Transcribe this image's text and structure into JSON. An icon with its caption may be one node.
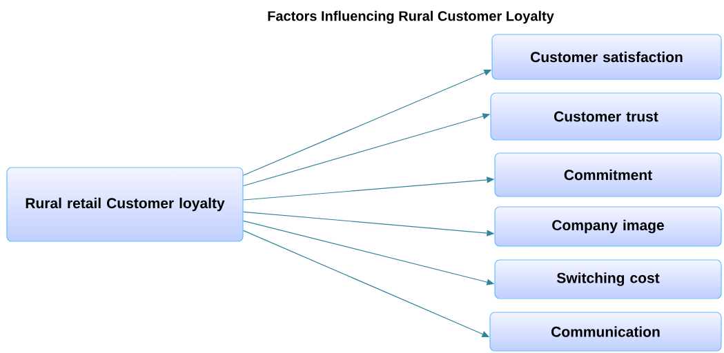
{
  "diagram": {
    "title": "Factors Influencing Rural Customer Loyalty",
    "nodes": [
      {
        "text": [
          "Rural retail Customer loyalty"
        ]
      },
      {
        "text": [
          "Customer satisfaction"
        ]
      },
      {
        "text": [
          "Customer trust"
        ]
      },
      {
        "text": [
          "Commitment"
        ]
      },
      {
        "text": [
          "Company image"
        ]
      },
      {
        "text": [
          "Switching cost"
        ]
      },
      {
        "text": [
          "Communication"
        ]
      }
    ],
    "edges": [
      {
        "from": 0,
        "to": 1,
        "arrow": "to"
      },
      {
        "from": 0,
        "to": 2,
        "arrow": "to"
      },
      {
        "from": 0,
        "to": 3,
        "arrow": "to"
      },
      {
        "from": 0,
        "to": 4,
        "arrow": "to"
      },
      {
        "from": 0,
        "to": 5,
        "arrow": "to"
      },
      {
        "from": 0,
        "to": 6,
        "arrow": "to"
      }
    ]
  }
}
